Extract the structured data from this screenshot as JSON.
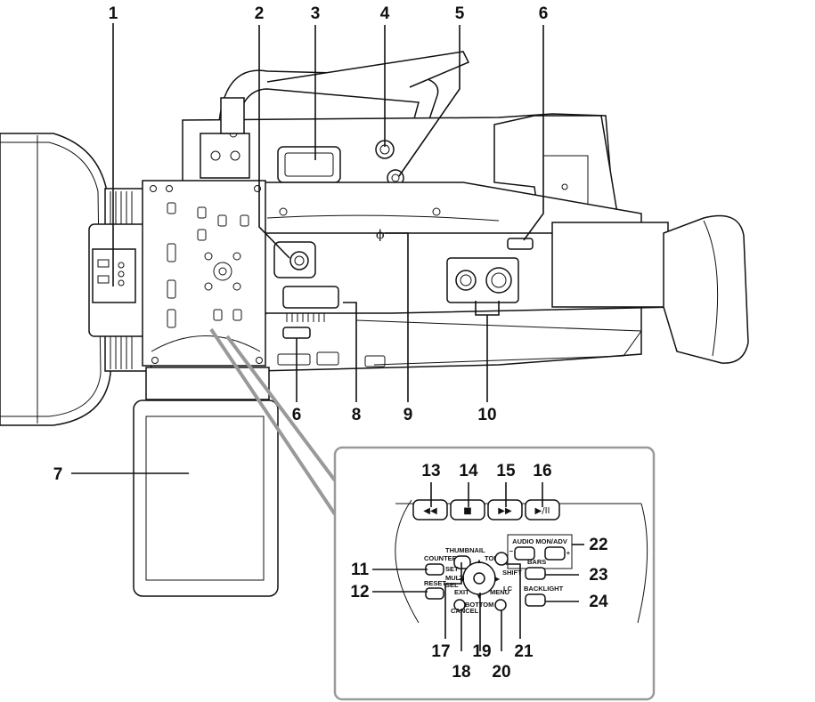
{
  "callouts": [
    "1",
    "2",
    "3",
    "4",
    "5",
    "6",
    "6",
    "7",
    "8",
    "9",
    "10",
    "11",
    "12",
    "13",
    "14",
    "15",
    "16",
    "17",
    "18",
    "19",
    "20",
    "21",
    "22",
    "23",
    "24"
  ],
  "symbols": {
    "phi": "ϕ"
  },
  "buttons": {
    "rew": "◀◀",
    "stop": "■",
    "ff": "▶▶",
    "play": "▶/II",
    "thumbnail": "THUMBNAIL",
    "counter": "COUNTER",
    "reset": "RESET",
    "set": "SET",
    "multi": "MULTI",
    "sel": "SEL",
    "top": "TOP",
    "bottom": "BOTTOM",
    "exit": "EXIT",
    "cancel": "CANCEL",
    "menu": "MENU",
    "shift": "SHIFT",
    "audio_mon_adv": "AUDIO MON/ADV",
    "minus": "−",
    "plus": "+",
    "bars": "BARS",
    "backlight": "BACKLIGHT",
    "lc": "LC",
    "up": "▲",
    "down": "▼",
    "left": "◀",
    "right": "▶"
  }
}
